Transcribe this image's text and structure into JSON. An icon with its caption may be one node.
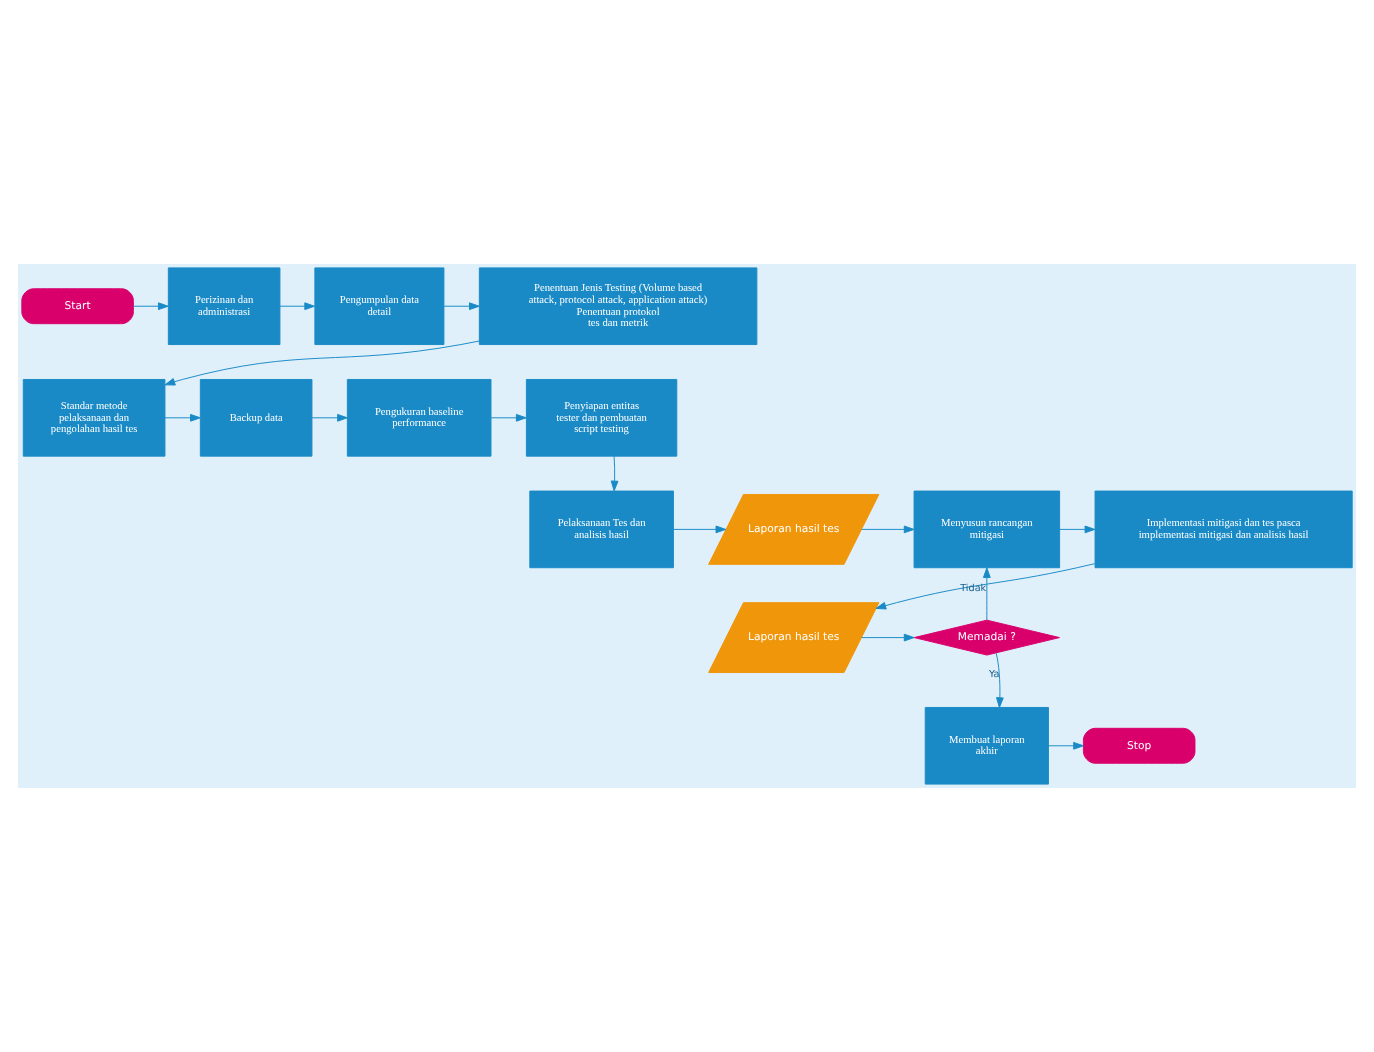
{
  "diagram": {
    "nodes": [
      {
        "text": [
          "Start"
        ]
      },
      {
        "text": [
          "Perizinan dan administrasi"
        ]
      },
      {
        "text": [
          "Pengumpulan data detail"
        ]
      },
      {
        "text": [
          "Penentuan Jenis Testing (Volume based attack, protocol attack, application attack)",
          "Penentuan protokol tes dan metrik"
        ]
      },
      {
        "text": [
          "Standar metode pelaksanaan dan pengolahan hasil tes"
        ]
      },
      {
        "text": [
          "Backup data"
        ]
      },
      {
        "text": [
          "Pengukuran baseline performance"
        ]
      },
      {
        "text": [
          "Penyiapan entitas tester dan pembuatan script testing"
        ]
      },
      {
        "text": [
          "Pelaksanaan Tes dan analisis hasil"
        ]
      },
      {
        "text": [
          "Laporan hasil tes"
        ]
      },
      {
        "text": [
          "Menyusun rancangan mitigasi"
        ]
      },
      {
        "text": [
          "Implementasi mitigasi dan tes pasca implementasi mitigasi dan analisis hasil"
        ]
      },
      {
        "text": [
          "Laporan hasil tes"
        ]
      },
      {
        "text": [
          "Memadai ?"
        ]
      },
      {
        "text": [
          "Membuat laporan akhir"
        ]
      },
      {
        "text": [
          "Stop"
        ]
      }
    ],
    "edges": [
      {
        "from": 0,
        "to": 1,
        "arrow": "to"
      },
      {
        "from": 1,
        "to": 2,
        "arrow": "to"
      },
      {
        "from": 2,
        "to": 3,
        "arrow": "to"
      },
      {
        "from": 3,
        "to": 4,
        "arrow": "to"
      },
      {
        "from": 4,
        "to": 5,
        "arrow": "to"
      },
      {
        "from": 5,
        "to": 6,
        "arrow": "to"
      },
      {
        "from": 6,
        "to": 7,
        "arrow": "to"
      },
      {
        "from": 7,
        "to": 8,
        "arrow": "to"
      },
      {
        "from": 8,
        "to": 9,
        "arrow": "to"
      },
      {
        "from": 9,
        "to": 10,
        "arrow": "to"
      },
      {
        "from": 10,
        "to": 11,
        "arrow": "to"
      },
      {
        "from": 11,
        "to": 12,
        "arrow": "to"
      },
      {
        "from": 12,
        "to": 13,
        "arrow": "to"
      },
      {
        "from": 13,
        "to": 10,
        "arrow": "to",
        "label": "Tidak"
      },
      {
        "from": 13,
        "to": 14,
        "arrow": "to",
        "label": "Ya"
      },
      {
        "from": 14,
        "to": 15,
        "arrow": "to"
      }
    ]
  }
}
